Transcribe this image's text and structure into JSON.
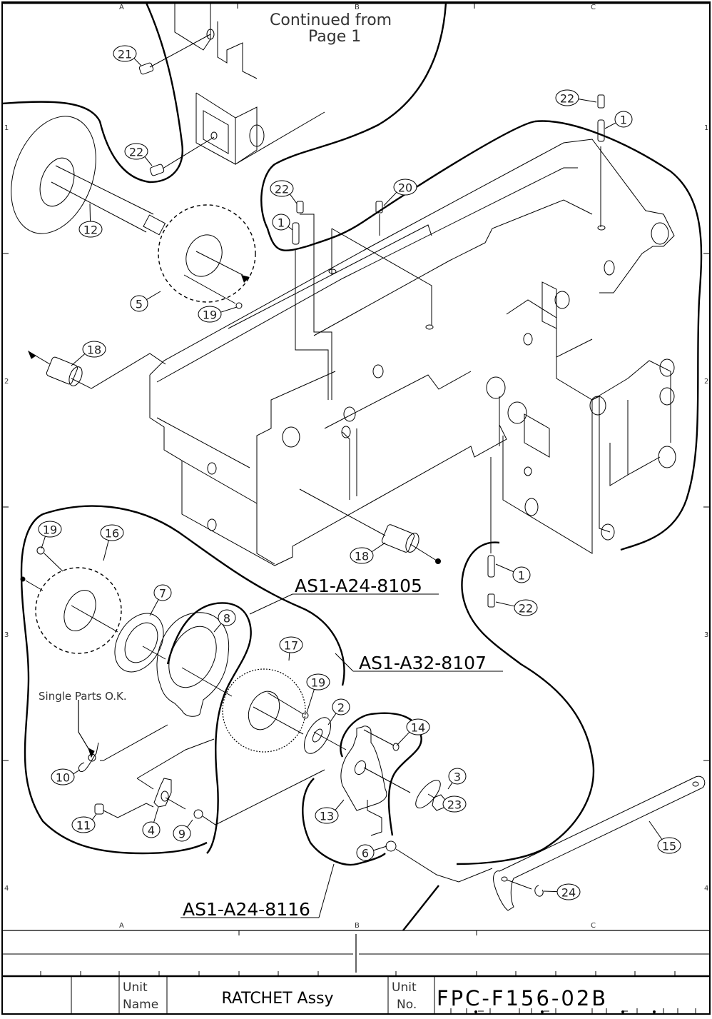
{
  "sheet": {
    "continued_note": [
      "Continued from",
      "Page 1"
    ],
    "column_labels": [
      "A",
      "B",
      "C"
    ],
    "row_labels": [
      "1",
      "2",
      "3",
      "4"
    ]
  },
  "assemblies": [
    {
      "id": "as-8105",
      "label": "AS1-A24-8105"
    },
    {
      "id": "as-8107",
      "label": "AS1-A32-8107"
    },
    {
      "id": "as-8116",
      "label": "AS1-A24-8116"
    }
  ],
  "notes": {
    "single_parts": "Single Parts O.K."
  },
  "callouts": [
    {
      "num": "21",
      "part": "set-screw"
    },
    {
      "num": "22",
      "part": "set-screw"
    },
    {
      "num": "22",
      "part": "set-screw"
    },
    {
      "num": "1",
      "part": "pin"
    },
    {
      "num": "22",
      "part": "set-screw"
    },
    {
      "num": "1",
      "part": "pin"
    },
    {
      "num": "20",
      "part": "set-screw"
    },
    {
      "num": "12",
      "part": "shaft"
    },
    {
      "num": "5",
      "part": "sprocket"
    },
    {
      "num": "19",
      "part": "screw"
    },
    {
      "num": "18",
      "part": "bushing"
    },
    {
      "num": "18",
      "part": "bushing"
    },
    {
      "num": "1",
      "part": "pin"
    },
    {
      "num": "22",
      "part": "set-screw"
    },
    {
      "num": "19",
      "part": "screw"
    },
    {
      "num": "16",
      "part": "sprocket"
    },
    {
      "num": "7",
      "part": "flange"
    },
    {
      "num": "8",
      "part": "plate"
    },
    {
      "num": "17",
      "part": "ratchet-wheel"
    },
    {
      "num": "19",
      "part": "screw"
    },
    {
      "num": "2",
      "part": "washer"
    },
    {
      "num": "14",
      "part": "pin"
    },
    {
      "num": "10",
      "part": "spring"
    },
    {
      "num": "3",
      "part": "washer"
    },
    {
      "num": "23",
      "part": "nut"
    },
    {
      "num": "13",
      "part": "lever"
    },
    {
      "num": "11",
      "part": "screw"
    },
    {
      "num": "4",
      "part": "pawl"
    },
    {
      "num": "9",
      "part": "stud"
    },
    {
      "num": "15",
      "part": "link-arm"
    },
    {
      "num": "6",
      "part": "stud"
    },
    {
      "num": "24",
      "part": "e-ring"
    }
  ],
  "title_block": {
    "unit_name_label": [
      "Unit",
      "Name"
    ],
    "unit_name": "RATCHET Assy",
    "unit_no_label": [
      "Unit",
      "No."
    ],
    "unit_no": "FPC-F156-02B"
  }
}
